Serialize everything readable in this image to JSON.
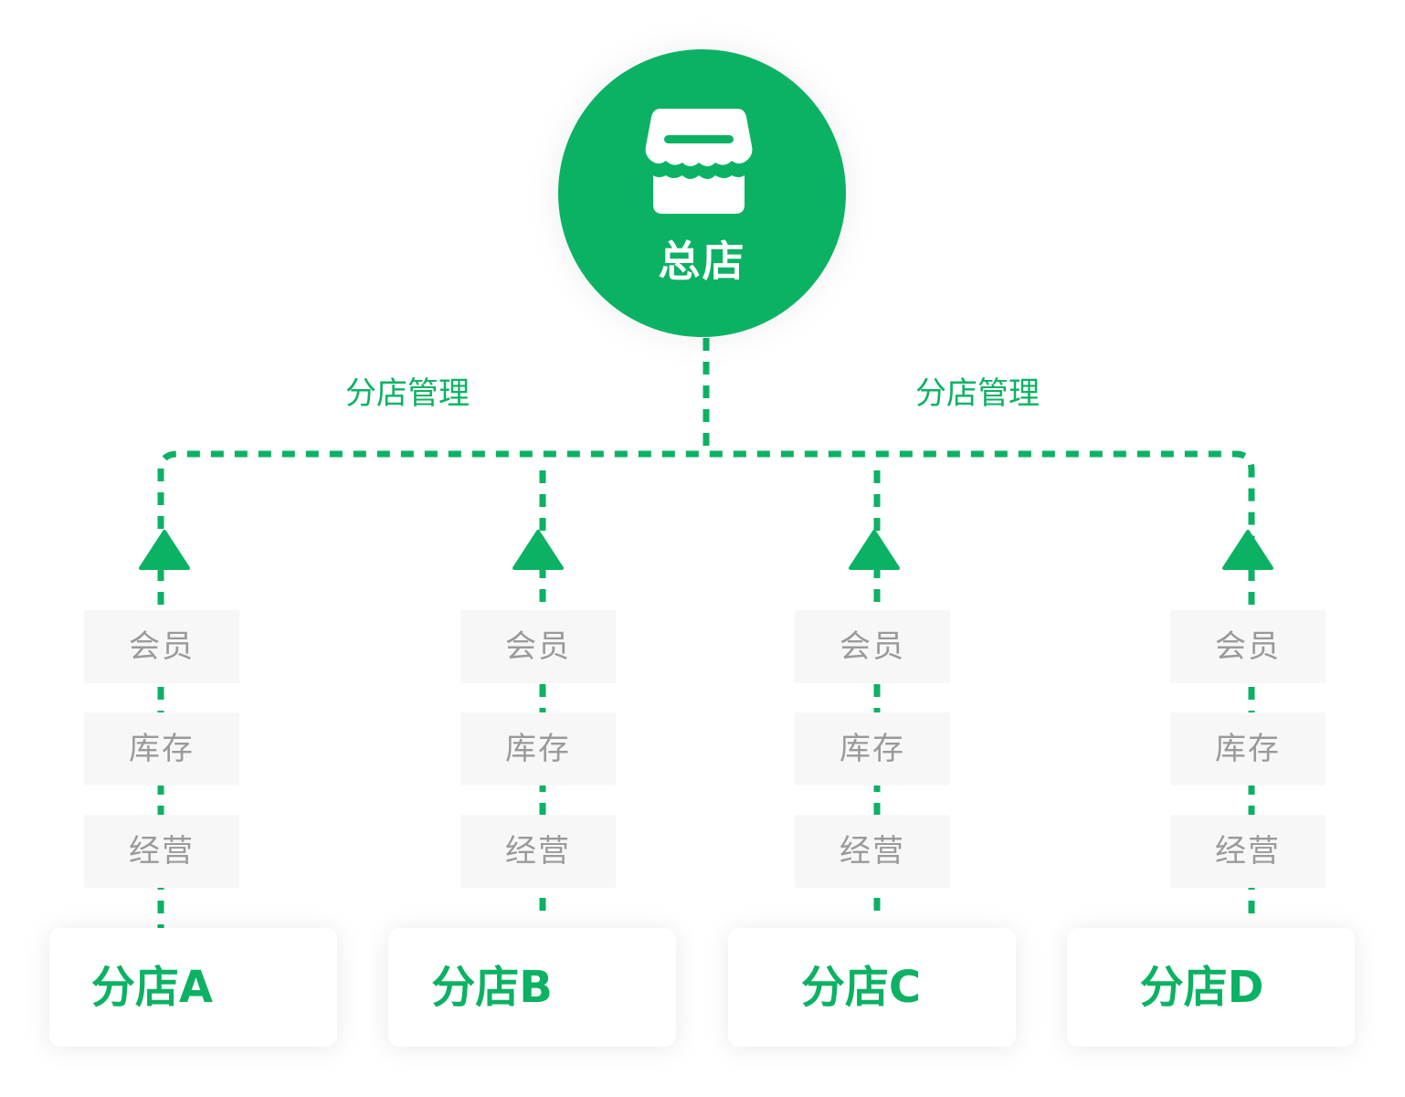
{
  "headquarters": {
    "title": "总店",
    "icon": "store-icon",
    "color": "#0bb263"
  },
  "management_label": "分店管理",
  "branches": [
    {
      "name": "分店A",
      "tags": [
        "会员",
        "库存",
        "经营"
      ]
    },
    {
      "name": "分店B",
      "tags": [
        "会员",
        "库存",
        "经营"
      ]
    },
    {
      "name": "分店C",
      "tags": [
        "会员",
        "库存",
        "经营"
      ]
    },
    {
      "name": "分店D",
      "tags": [
        "会员",
        "库存",
        "经营"
      ]
    }
  ],
  "colors": {
    "accent": "#0bb263",
    "tag_background": "#f7f7f7",
    "tag_text": "#9a9a9a"
  }
}
